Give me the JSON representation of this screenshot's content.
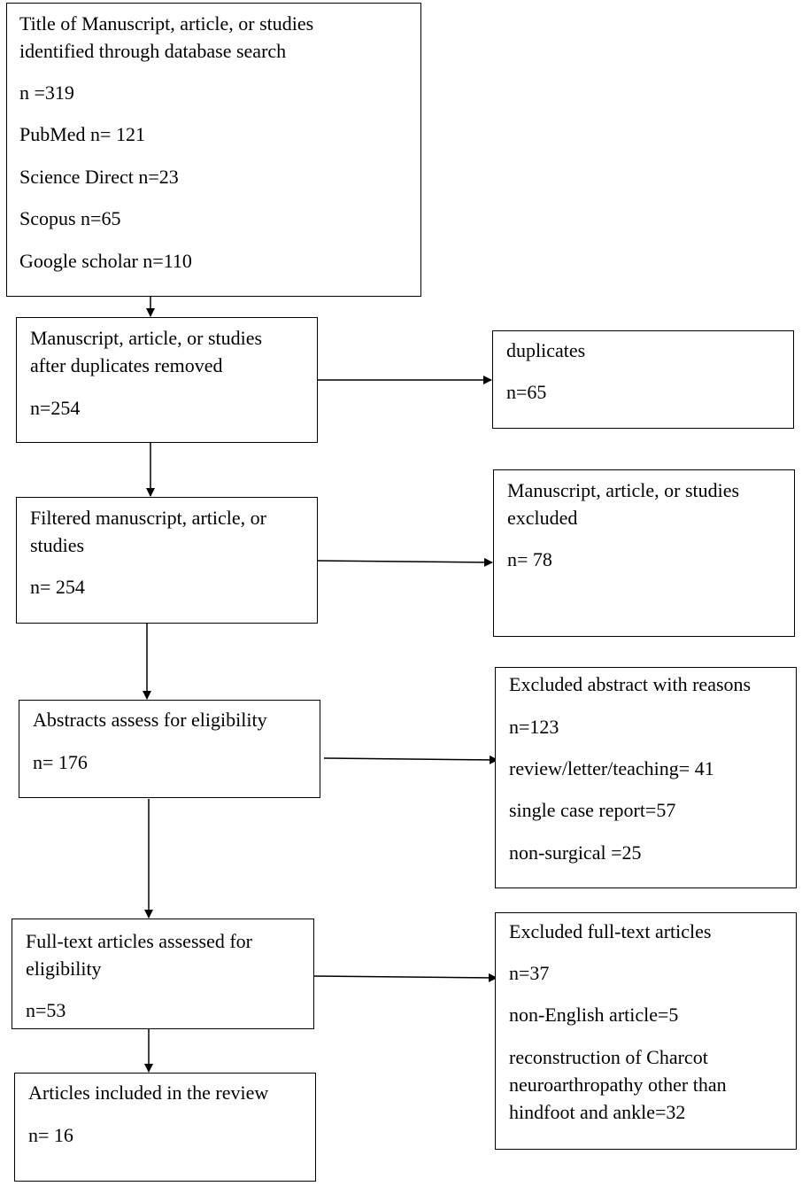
{
  "boxes": {
    "identified": {
      "title": [
        "Title of Manuscript, article, or studies",
        "identified through database search"
      ],
      "n": "n =319",
      "pubmed": "PubMed n= 121",
      "science_direct": "Science Direct n=23",
      "scopus": "Scopus n=65",
      "google_scholar": "Google scholar n=110"
    },
    "after_duplicates": {
      "title": [
        "Manuscript, article, or studies",
        "after duplicates removed"
      ],
      "n": "n=254"
    },
    "duplicates": {
      "title": "duplicates",
      "n": "n=65"
    },
    "filtered": {
      "title": [
        "Filtered manuscript, article, or",
        "studies"
      ],
      "n": "n= 254"
    },
    "excluded_filtered": {
      "title": [
        "Manuscript, article, or studies",
        "excluded"
      ],
      "n": "n= 78"
    },
    "abstracts": {
      "title": "Abstracts assess for eligibility",
      "n": "n= 176"
    },
    "excluded_abstract": {
      "title": "Excluded abstract with reasons",
      "n": "n=123",
      "reason_1": "review/letter/teaching= 41",
      "reason_2": "single case report=57",
      "reason_3": "non-surgical =25"
    },
    "fulltext": {
      "title": [
        "Full-text articles assessed for",
        "eligibility"
      ],
      "n": "n=53"
    },
    "excluded_fulltext": {
      "title": "Excluded full-text articles",
      "n": "n=37",
      "reason_1": "non-English article=5",
      "reason_2": [
        "reconstruction of Charcot",
        "neuroarthropathy other than",
        "hindfoot and ankle=32"
      ]
    },
    "included": {
      "title": "Articles included in the review",
      "n": "n= 16"
    }
  }
}
